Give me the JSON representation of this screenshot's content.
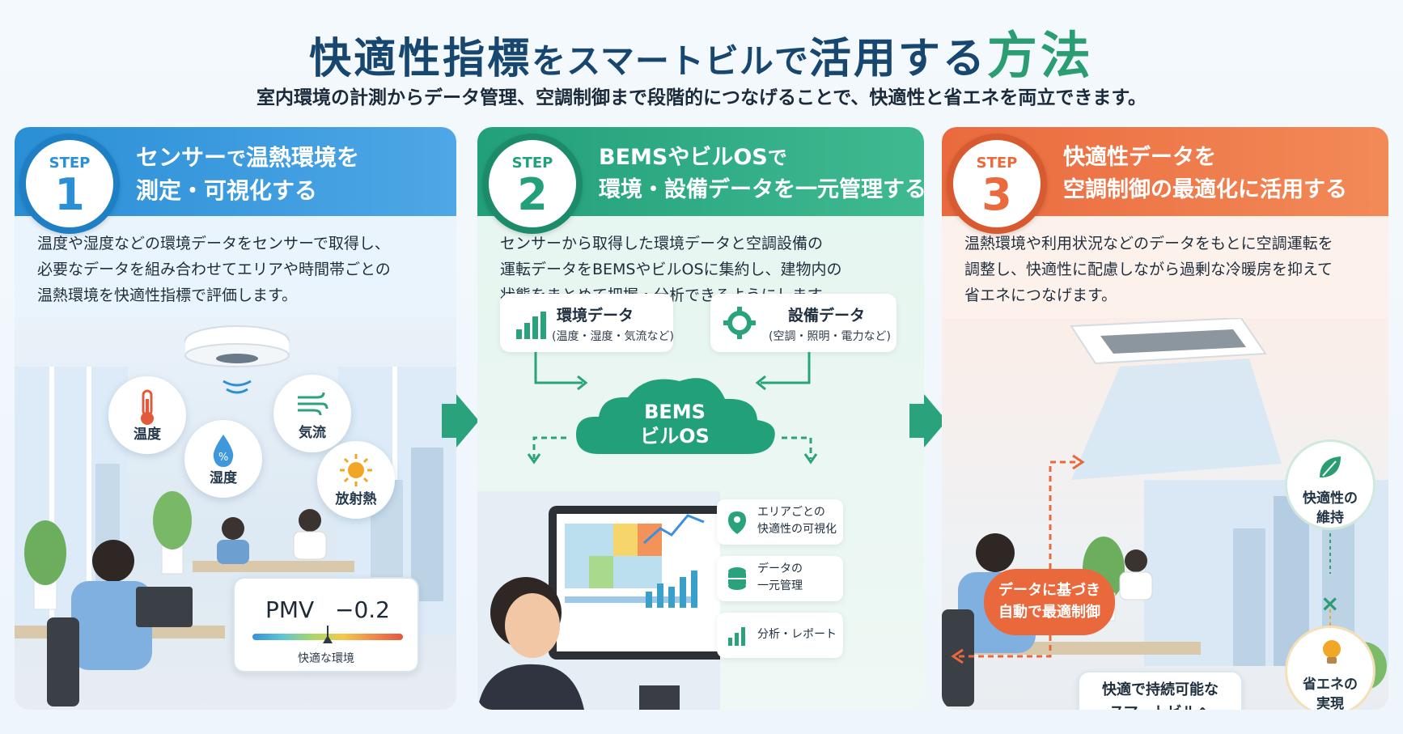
{
  "header": {
    "title_part1": "快適性指標",
    "title_part2": "をスマートビルで",
    "title_part3": "活用する",
    "title_accent": "方法",
    "subtitle": "室内環境の計測からデータ管理、空調制御まで段階的につなげることで、快適性と省エネを両立できます。"
  },
  "step_label": "STEP",
  "steps": [
    {
      "number": "1",
      "title_line1_a": "センサー",
      "title_line1_b": "で",
      "title_line1_c": "温熱環境を",
      "title_line2": "測定・可視化する",
      "desc": [
        "温度や湿度などの環境データをセンサーで取得し、",
        "必要なデータを組み合わせてエリアや時間帯ごとの",
        "温熱環境を快適性指標で評価します。"
      ],
      "sensors": {
        "temperature": "温度",
        "humidity": "湿度",
        "airflow": "気流",
        "radiant": "放射熱"
      },
      "pmv": {
        "label": "PMV",
        "value": "−0.2",
        "caption": "快適な環境",
        "level": 0.5
      }
    },
    {
      "number": "2",
      "title_line1_a": "BEMSやビルOS",
      "title_line1_b": "で",
      "title_line2": "環境・設備データを一元管理する",
      "desc": [
        "センサーから取得した環境データと空調設備の",
        "運転データをBEMSやビルOSに集約し、建物内の",
        "状態をまとめて把握・分析できるようにします。"
      ],
      "env_data": {
        "title": "環境データ",
        "sub": "(温度・湿度・気流など)"
      },
      "equip_data": {
        "title": "設備データ",
        "sub": "(空調・照明・電力など)"
      },
      "cloud": {
        "line1": "BEMS",
        "line2": "ビルOS"
      },
      "features": {
        "area_line1": "エリアごとの",
        "area_line2": "快適性の可視化",
        "unified_line1": "データの",
        "unified_line2": "一元管理",
        "report": "分析・レポート"
      }
    },
    {
      "number": "3",
      "title_line1": "快適性データを",
      "title_line2": "空調制御の最適化に活用する",
      "desc": [
        "温熱環境や利用状況などのデータをもとに空調運転を",
        "調整し、快適性に配慮しながら過剰な冷暖房を抑えて",
        "省エネにつなげます。"
      ],
      "control_line1": "データに基づき",
      "control_line2": "自動で最適制御",
      "comfort_line1": "快適性の",
      "comfort_line2": "維持",
      "cross": "×",
      "saving_line1": "省エネの",
      "saving_line2": "実現",
      "goal_line1": "快適で持続可能な",
      "goal_line2": "スマートビルへ"
    }
  ],
  "colors": {
    "step1": "#2b8fd6",
    "step2": "#22a07a",
    "step3": "#ea6a3e",
    "title": "#17466e",
    "accent": "#2a9e72"
  }
}
